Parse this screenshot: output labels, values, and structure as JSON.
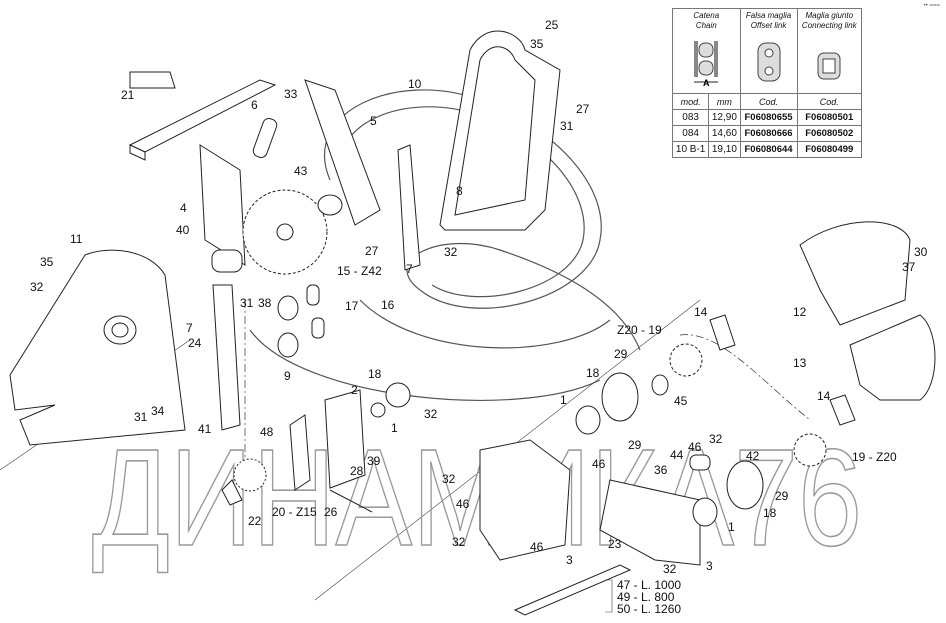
{
  "watermark": "ДИНАМИКА76",
  "corner_mark": "•• ===",
  "table": {
    "headers": [
      {
        "it": "Catena",
        "en": "Chain"
      },
      {
        "it": "Falsa maglia",
        "en": "Offset link"
      },
      {
        "it": "Maglia giunto",
        "en": "Connecting link"
      }
    ],
    "dimension_label": "A",
    "subheaders": [
      "mod.",
      "mm",
      "Cod.",
      "Cod."
    ],
    "rows": [
      [
        "083",
        "12,90",
        "F06080655",
        "F06080501"
      ],
      [
        "084",
        "14,60",
        "F06080666",
        "F06080502"
      ],
      [
        "10 B-1",
        "19,10",
        "F06080644",
        "F06080499"
      ]
    ]
  },
  "callouts": [
    "25",
    "35",
    "21",
    "6",
    "33",
    "10",
    "5",
    "27",
    "31",
    "43",
    "8",
    "4",
    "40",
    "27",
    "32",
    "7",
    "11",
    "35",
    "32",
    "15 - Z42",
    "30",
    "37",
    "38",
    "31",
    "17",
    "16",
    "7",
    "24",
    "12",
    "14",
    "Z20 - 19",
    "29",
    "9",
    "18",
    "18",
    "13",
    "14",
    "1",
    "45",
    "2",
    "31",
    "34",
    "32",
    "1",
    "41",
    "48",
    "29",
    "46",
    "32",
    "46",
    "44",
    "42",
    "19 - Z20",
    "28",
    "39",
    "32",
    "36",
    "29",
    "46",
    "20 - Z15",
    "26",
    "22",
    "1",
    "18",
    "32",
    "46",
    "23",
    "3",
    "3",
    "32",
    "47 - L. 1000",
    "49 - L. 800",
    "50 - L. 1260"
  ]
}
